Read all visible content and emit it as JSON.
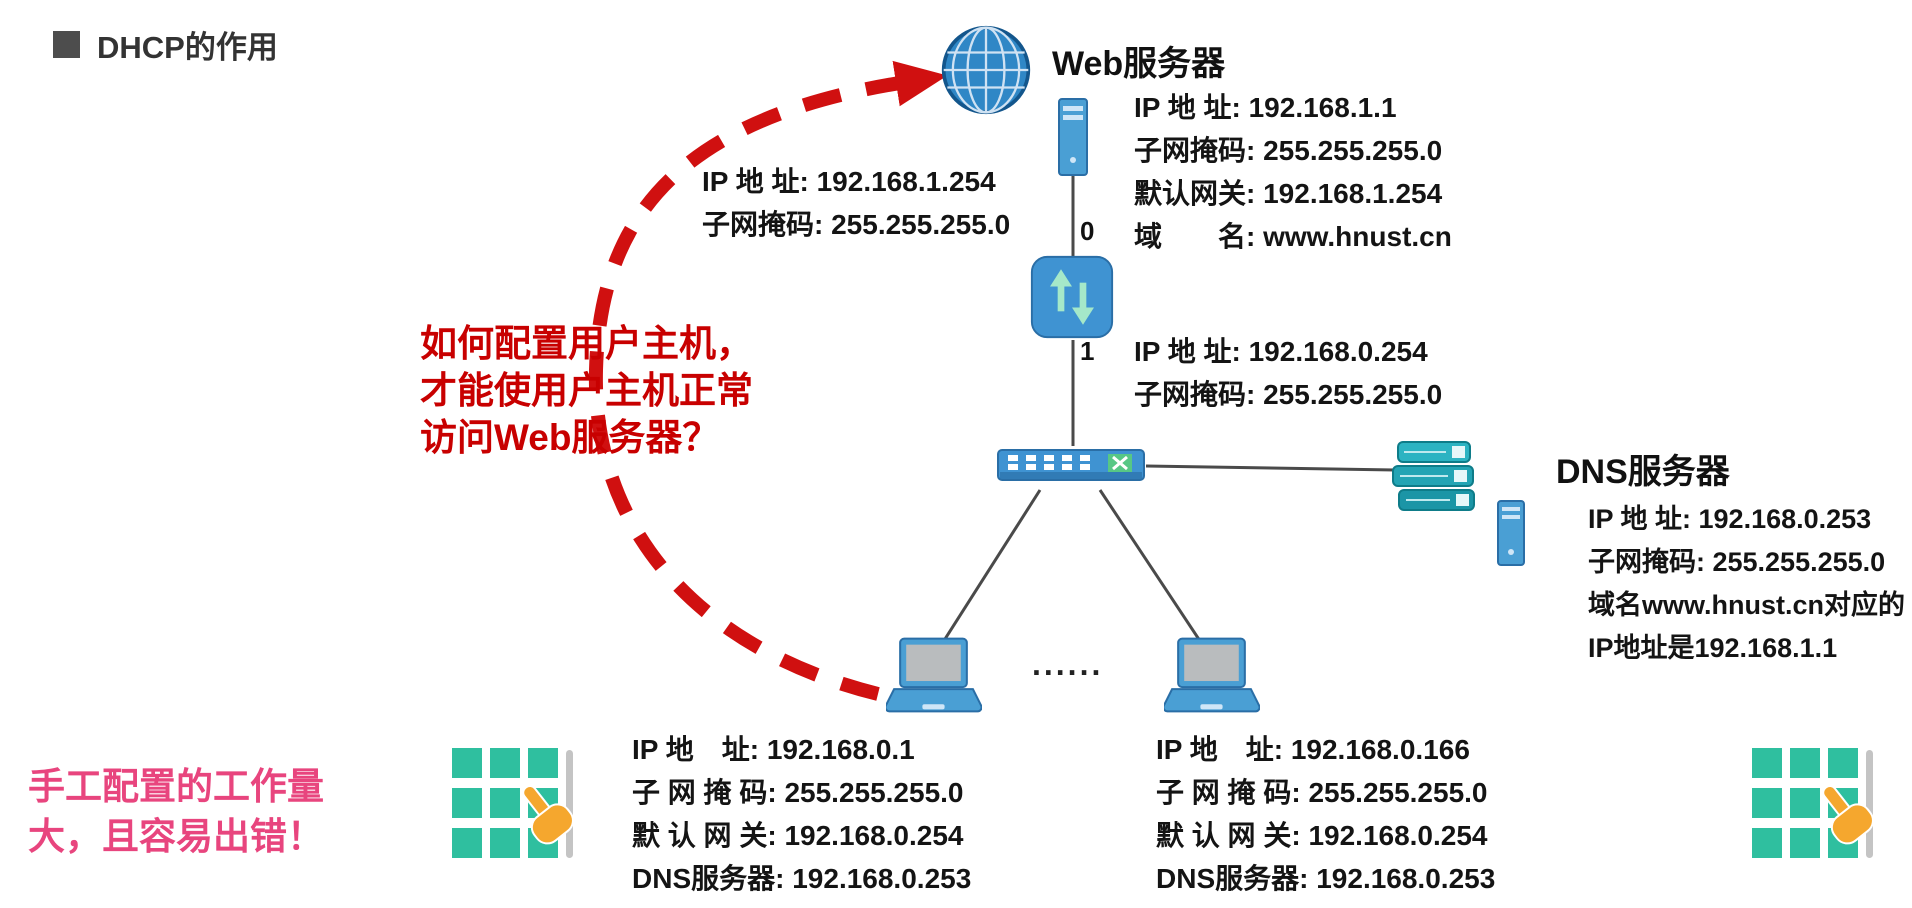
{
  "title": "DHCP的作用",
  "question": [
    "如何配置用户主机，",
    "才能使用户主机正常",
    "访问Web服务器？"
  ],
  "note": [
    "手工配置的工作量",
    "大，且容易出错！"
  ],
  "web_server": {
    "label": "Web服务器",
    "details": [
      "IP 地 址: 192.168.1.1",
      "子网掩码: 255.255.255.0",
      "默认网关: 192.168.1.254",
      "域　　名: www.hnust.cn"
    ]
  },
  "router": {
    "port0_label": "0",
    "port1_label": "1",
    "interface0": [
      "IP 地 址: 192.168.1.254",
      "子网掩码: 255.255.255.0"
    ],
    "interface1": [
      "IP 地 址: 192.168.0.254",
      "子网掩码: 255.255.255.0"
    ]
  },
  "dns_server": {
    "label": "DNS服务器",
    "details": [
      "IP 地 址: 192.168.0.253",
      "子网掩码: 255.255.255.0",
      "域名www.hnust.cn对应的",
      "IP地址是192.168.1.1"
    ]
  },
  "hosts": {
    "separator": "......",
    "host_left": [
      "IP 地　址: 192.168.0.1",
      "子 网 掩 码: 255.255.255.0",
      "默 认 网 关: 192.168.0.254",
      "DNS服务器: 192.168.0.253"
    ],
    "host_right": [
      "IP 地　址: 192.168.0.166",
      "子 网 掩 码: 255.255.255.0",
      "默 认 网 关: 192.168.0.254",
      "DNS服务器: 192.168.0.253"
    ]
  },
  "colors": {
    "accent_red": "#d01010",
    "note_pink": "#e8457e",
    "device_blue": "#3f93d2",
    "grid_green": "#2fbf9f"
  }
}
